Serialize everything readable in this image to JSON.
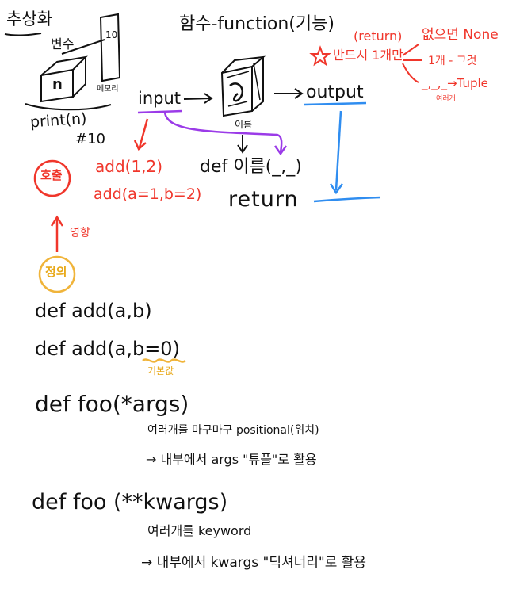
{
  "colors": {
    "ink": "#111111",
    "red": "#f0362b",
    "blue": "#2f8df0",
    "purple": "#9b3be8",
    "yellow": "#f0b43a",
    "paper": "#ffffff"
  },
  "abstraction": {
    "title": "추상화",
    "variable_label": "변수",
    "box_letter": "n",
    "memory_value": "10",
    "memory_label": "메모리",
    "print_call": "print(n)",
    "print_output": "#10"
  },
  "function_box": {
    "title": "함수-function(기능)",
    "input_label": "input",
    "output_label": "output",
    "name_label": "이름",
    "def_line": "def 이름(_,_)",
    "return_label": "return",
    "rule_return": "(return)",
    "rule_must": "반드시 1개만",
    "rule_none": "없으면 None",
    "rule_one": "1개 - 그것",
    "rule_tuple": "_,_,_→Tuple",
    "rule_many": "여러개"
  },
  "call_section": {
    "call_badge": "호출",
    "call_example_1": "add(1,2)",
    "call_example_2": "add(a=1,b=2)",
    "influence_label": "영향",
    "definition_badge": "정의"
  },
  "definitions": {
    "def_1": "def add(a,b)",
    "def_2": "def add(a,b=0)",
    "default_label": "기본값",
    "def_3": "def foo(*args)",
    "def_3_note": "여러개를 마구마구 positional(위치)",
    "def_3_result": "→ 내부에서 args \"튜플\"로 활용",
    "def_4": "def foo (**kwargs)",
    "def_4_note": "여러개를 keyword",
    "def_4_result": "→ 내부에서 kwargs \"딕셔너리\"로 활용"
  }
}
